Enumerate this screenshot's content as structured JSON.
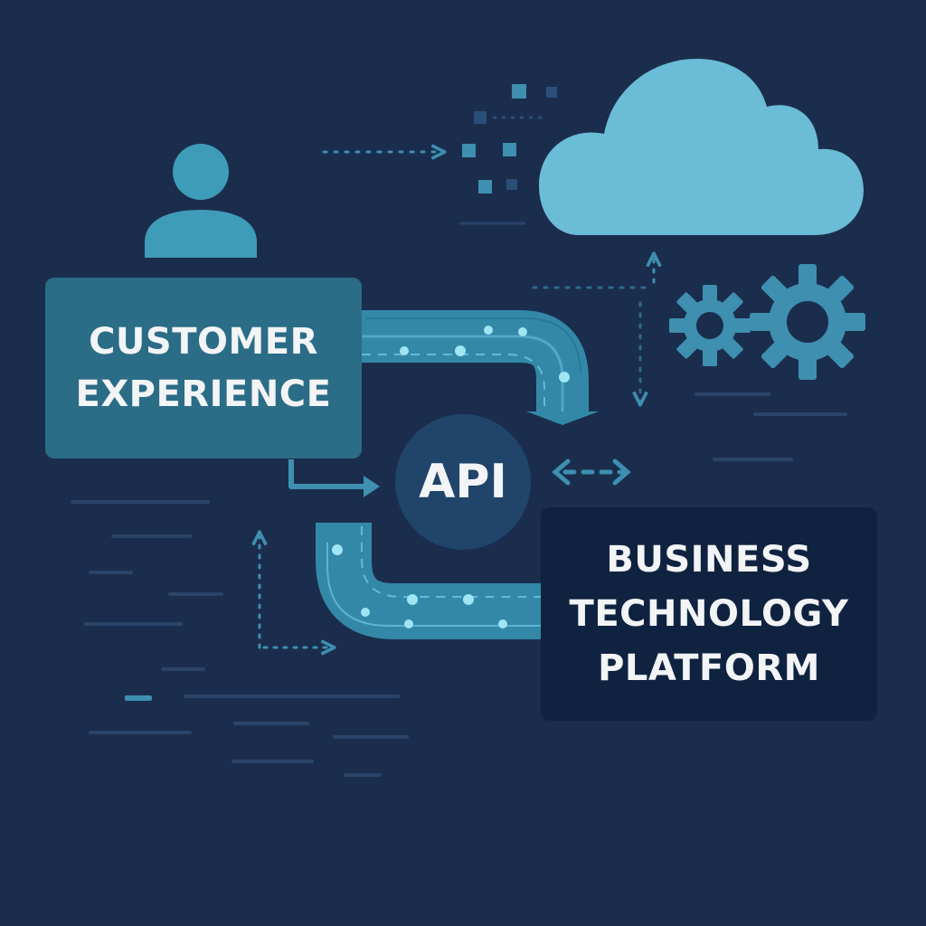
{
  "diagram": {
    "nodes": {
      "customer_experience": {
        "lines": [
          "CUSTOMER",
          "EXPERIENCE"
        ]
      },
      "api": {
        "label": "API"
      },
      "business_technology_platform": {
        "lines": [
          "BUSINESS",
          "TECHNOLOGY",
          "PLATFORM"
        ]
      }
    },
    "icons": [
      "user-icon",
      "cloud-icon",
      "gear-icon",
      "gear-icon",
      "data-block-icon"
    ],
    "colors": {
      "background": "#1b2d4d",
      "customer_box": "#2b6c86",
      "platform_box": "#0f2340",
      "api_circle": "#20446a",
      "accent": "#3e8fb0",
      "cloud": "#6bbcd6",
      "glow_dot": "#9fe6f3",
      "text": "#f2f4f6"
    }
  }
}
